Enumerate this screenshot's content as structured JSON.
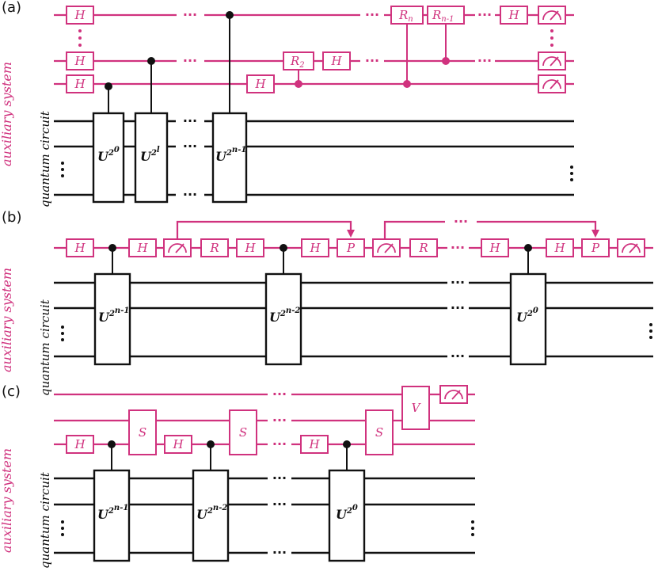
{
  "panels": [
    {
      "label": "(a)",
      "aux_label": "auxiliary system",
      "qc_label": "quantum circuit",
      "gates": {
        "h": "H",
        "r2": "R",
        "r2_sub": "2",
        "rn": "R",
        "rn_sub": "n",
        "rn1": "R",
        "rn1_sub": "n-1"
      },
      "unitaries": [
        {
          "base": "U",
          "exp": "2",
          "sup": "0"
        },
        {
          "base": "U",
          "exp": "2",
          "sup": "l"
        },
        {
          "base": "U",
          "exp": "2",
          "sup": "n-1"
        }
      ]
    },
    {
      "label": "(b)",
      "aux_label": "auxiliary system",
      "qc_label": "quantum circuit",
      "gates": {
        "h": "H",
        "r": "R",
        "p": "P"
      },
      "unitaries": [
        {
          "base": "U",
          "exp": "2",
          "sup": "n-1"
        },
        {
          "base": "U",
          "exp": "2",
          "sup": "n-2"
        },
        {
          "base": "U",
          "exp": "2",
          "sup": "0"
        }
      ]
    },
    {
      "label": "(c)",
      "aux_label": "auxiliary system",
      "qc_label": "quantum circuit",
      "gates": {
        "h": "H",
        "s": "S",
        "v": "V"
      },
      "unitaries": [
        {
          "base": "U",
          "exp": "2",
          "sup": "n-1"
        },
        {
          "base": "U",
          "exp": "2",
          "sup": "n-2"
        },
        {
          "base": "U",
          "exp": "2",
          "sup": "0"
        }
      ]
    }
  ],
  "ellipsis_h": "···",
  "colors": {
    "auxiliary": "#d0327e",
    "circuit": "#111111"
  },
  "icons": [
    "measurement-meter-icon",
    "control-dot-icon",
    "feedforward-arrow-icon"
  ]
}
